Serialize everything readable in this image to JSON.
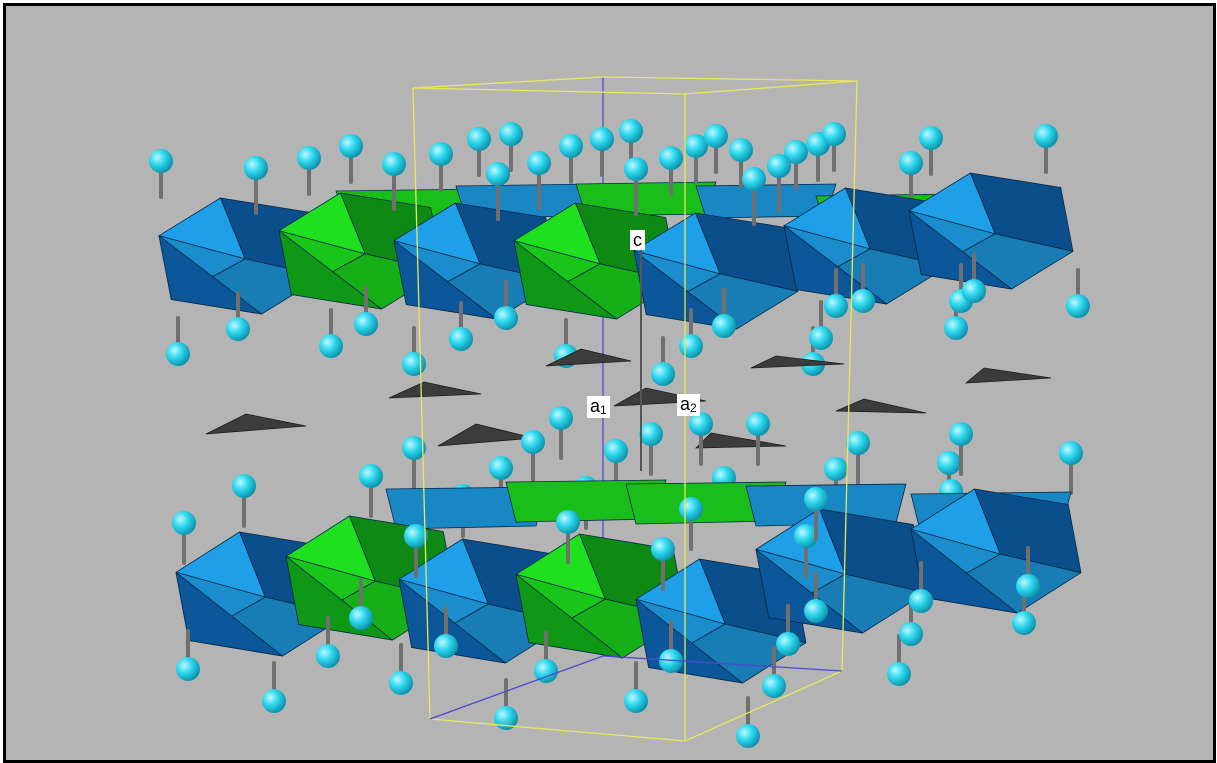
{
  "axes": {
    "c": "c",
    "a1_letter": "a",
    "a1_index": "1",
    "a2_letter": "a",
    "a2_index": "2"
  },
  "colors": {
    "background": "#b4b4b4",
    "octahedron_blue_light": "#1f9fe8",
    "octahedron_blue_dark": "#0a4f8c",
    "octahedron_green_light": "#1ee01e",
    "octahedron_green_dark": "#0e8a14",
    "hydroxyl_sphere": "#28d8ee",
    "bond": "#707070",
    "anion_triangle": "#3c3c3c",
    "unit_cell_edge": "#e8e85a",
    "crystal_axis": "#4a4ad0"
  }
}
